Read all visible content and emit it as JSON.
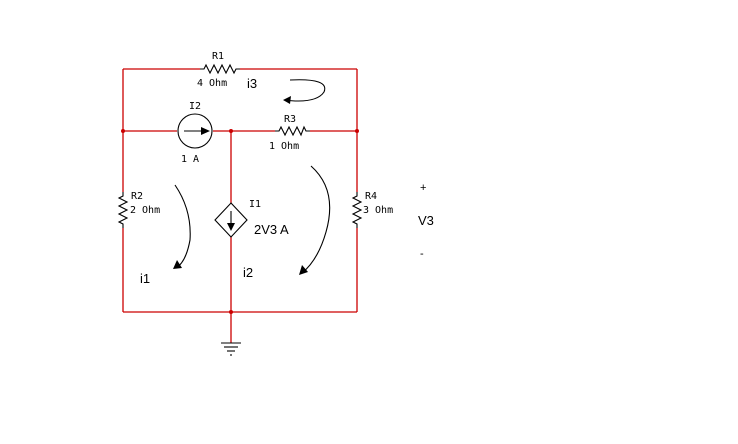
{
  "colors": {
    "wire": "#cc0000",
    "component": "#000000",
    "background": "#ffffff"
  },
  "components": {
    "r1": {
      "name": "R1",
      "value": "4 Ohm"
    },
    "r2": {
      "name": "R2",
      "value": "2 Ohm"
    },
    "r3": {
      "name": "R3",
      "value": "1 Ohm"
    },
    "r4": {
      "name": "R4",
      "value": "3 Ohm"
    },
    "i1": {
      "name": "I1",
      "value": "2V3 A"
    },
    "i2": {
      "name": "I2",
      "value": "1 A"
    }
  },
  "mesh_currents": {
    "i1": "i1",
    "i2": "i2",
    "i3": "i3"
  },
  "voltage": {
    "name": "V3",
    "plus": "+",
    "minus": "-"
  },
  "icons": [
    "ground-icon",
    "resistor-icon",
    "current-source-icon",
    "dependent-current-source-icon"
  ]
}
